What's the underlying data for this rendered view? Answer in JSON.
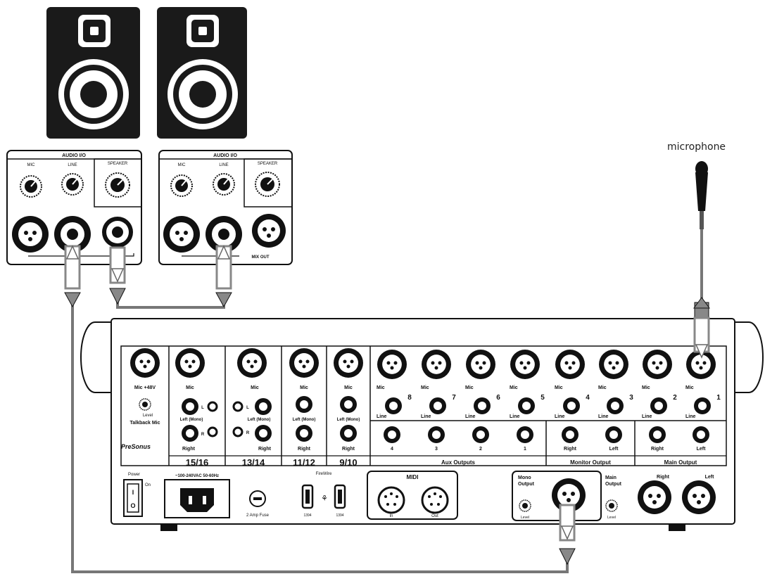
{
  "labels": {
    "microphone": "microphone"
  },
  "audio_io": {
    "title": "AUDIO I/O",
    "mic": "MIC",
    "line": "LINE",
    "speaker": "SPEAKER",
    "mix_out": "MIX OUT"
  },
  "brand": "PreSonus",
  "back_panel": {
    "talkback_mic": "Talkback Mic",
    "talkback_level": "Level",
    "mic_48v": "Mic +48V",
    "mic": "Mic",
    "line": "Line",
    "left_mono": "Left (Mono)",
    "right": "Right",
    "left": "Left",
    "l": "L",
    "r": "R",
    "channel_groups": [
      "15/16",
      "13/14",
      "11/12",
      "9/10"
    ],
    "combo_numbers": [
      "8",
      "7",
      "6",
      "5",
      "4",
      "3",
      "2",
      "1"
    ],
    "aux_numbers": [
      "4",
      "3",
      "2",
      "1"
    ],
    "aux_outputs": "Aux Outputs",
    "monitor_output": "Monitor Output",
    "main_output": "Main Output"
  },
  "lower_panel": {
    "power": "Power",
    "on": "On",
    "power_i": "I",
    "power_o": "O",
    "ac": "~100-240VAC 50-60Hz",
    "fuse": "2 Amp Fuse",
    "firewire": "FireWire",
    "fw_a": "1394",
    "fw_b": "1394",
    "midi": "MIDI",
    "midi_in": "In",
    "midi_out": "Out",
    "mono_output": [
      "Mono",
      "Output"
    ],
    "mono_level": "Level",
    "main_output": [
      "Main",
      "Output"
    ],
    "main_level": "Level",
    "main_right": "Right",
    "main_left": "Left"
  }
}
